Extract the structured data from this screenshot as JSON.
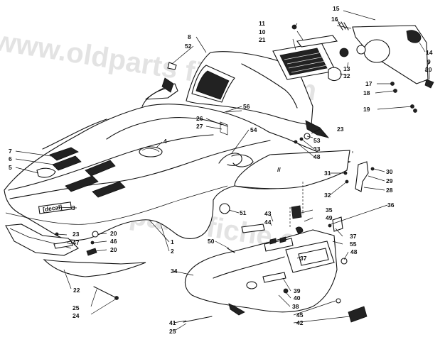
{
  "watermark": "www.oldparts fiche.com",
  "decal_text": "[decal]",
  "callouts": [
    {
      "id": "c15",
      "label": "15"
    },
    {
      "id": "c16",
      "label": "16"
    },
    {
      "id": "c11",
      "label": "11"
    },
    {
      "id": "c10",
      "label": "10"
    },
    {
      "id": "c21",
      "label": "21"
    },
    {
      "id": "c14",
      "label": "14"
    },
    {
      "id": "c13",
      "label": "13"
    },
    {
      "id": "c12",
      "label": "12"
    },
    {
      "id": "c9",
      "label": "9"
    },
    {
      "id": "c20a",
      "label": "20"
    },
    {
      "id": "c17",
      "label": "17"
    },
    {
      "id": "c18",
      "label": "18"
    },
    {
      "id": "c19",
      "label": "19"
    },
    {
      "id": "c8",
      "label": "8"
    },
    {
      "id": "c52",
      "label": "52"
    },
    {
      "id": "c56",
      "label": "56"
    },
    {
      "id": "c26",
      "label": "26"
    },
    {
      "id": "c27",
      "label": "27"
    },
    {
      "id": "c54",
      "label": "54"
    },
    {
      "id": "c23a",
      "label": "23"
    },
    {
      "id": "c53",
      "label": "53"
    },
    {
      "id": "c33",
      "label": "33"
    },
    {
      "id": "c48a",
      "label": "48"
    },
    {
      "id": "c4",
      "label": "4"
    },
    {
      "id": "c7",
      "label": "7"
    },
    {
      "id": "c6",
      "label": "6"
    },
    {
      "id": "c5",
      "label": "5"
    },
    {
      "id": "c31",
      "label": "31"
    },
    {
      "id": "c32",
      "label": "32"
    },
    {
      "id": "c30",
      "label": "30"
    },
    {
      "id": "c29",
      "label": "29"
    },
    {
      "id": "c28",
      "label": "28"
    },
    {
      "id": "c3",
      "label": "3"
    },
    {
      "id": "c51",
      "label": "51"
    },
    {
      "id": "c43",
      "label": "43"
    },
    {
      "id": "c44",
      "label": "44"
    },
    {
      "id": "c36",
      "label": "36"
    },
    {
      "id": "c35",
      "label": "35"
    },
    {
      "id": "c49",
      "label": "49"
    },
    {
      "id": "c50",
      "label": "50"
    },
    {
      "id": "c37a",
      "label": "37"
    },
    {
      "id": "c55",
      "label": "55"
    },
    {
      "id": "c23b",
      "label": "23"
    },
    {
      "id": "c47",
      "label": "47"
    },
    {
      "id": "c20b",
      "label": "20"
    },
    {
      "id": "c46",
      "label": "46"
    },
    {
      "id": "c20c",
      "label": "20"
    },
    {
      "id": "c1",
      "label": "1"
    },
    {
      "id": "c2",
      "label": "2"
    },
    {
      "id": "c48b",
      "label": "48"
    },
    {
      "id": "c37b",
      "label": "37"
    },
    {
      "id": "c34",
      "label": "34"
    },
    {
      "id": "c22",
      "label": "22"
    },
    {
      "id": "c39",
      "label": "39"
    },
    {
      "id": "c40",
      "label": "40"
    },
    {
      "id": "c38",
      "label": "38"
    },
    {
      "id": "c45",
      "label": "45"
    },
    {
      "id": "c42",
      "label": "42"
    },
    {
      "id": "c25a",
      "label": "25"
    },
    {
      "id": "c24",
      "label": "24"
    },
    {
      "id": "c41",
      "label": "41"
    },
    {
      "id": "c25b",
      "label": "25"
    }
  ]
}
